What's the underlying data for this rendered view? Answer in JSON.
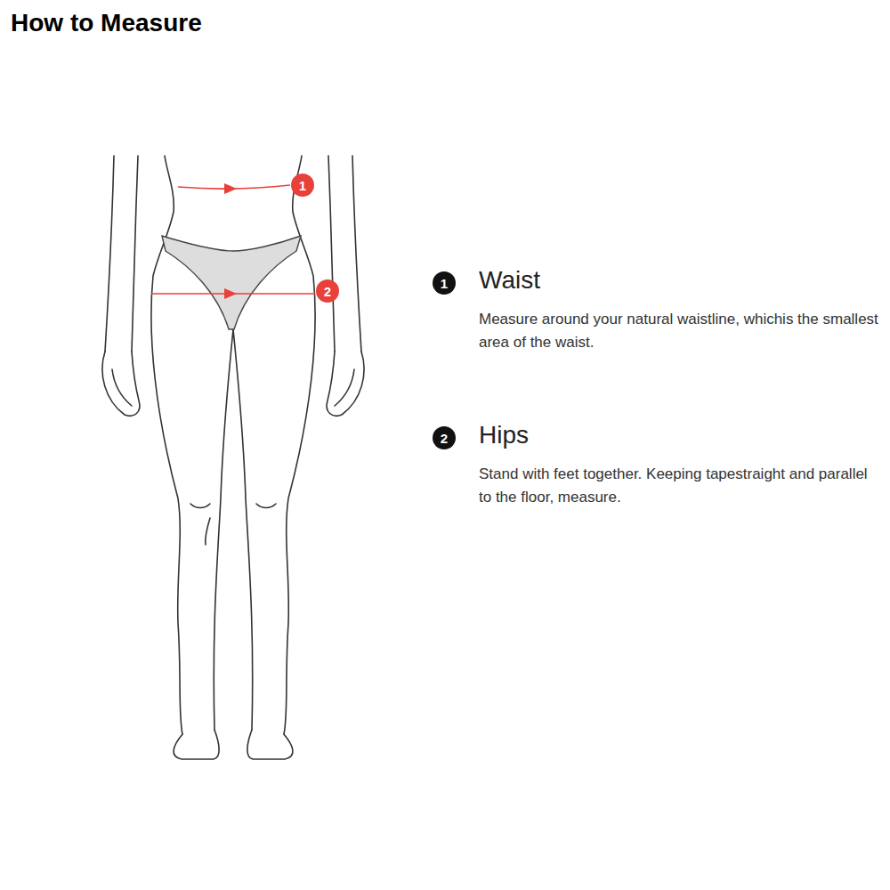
{
  "diagram": {
    "title": "How to Measure",
    "labels": [
      "1",
      "2",
      "1",
      "Waist",
      "Measure around your natural waistline, whichis the smallest area of the waist.",
      "2",
      "Hips",
      "Stand with feet together. Keeping tapestraight and parallel to the floor, measure."
    ]
  }
}
